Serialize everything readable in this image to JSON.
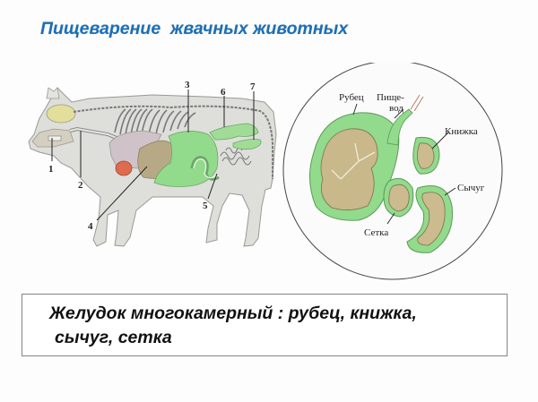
{
  "title": "Пищеварение  жвачных животных",
  "diagram": {
    "cow": {
      "numbers": [
        "1",
        "2",
        "3",
        "4",
        "5",
        "6",
        "7"
      ]
    },
    "stomach": {
      "labels": {
        "rumen": "Рубец",
        "esophagus_line1": "Пище-",
        "esophagus_line2": "вод",
        "omasum": "Книжка",
        "abomasum": "Сычуг",
        "reticulum": "Сетка"
      }
    },
    "colors": {
      "stomach_green": "#8fd88a",
      "stomach_inner": "#c9b98a",
      "body_gray": "#dcdcd6",
      "liver_brown": "#b5a683",
      "heart_red": "#e0684a",
      "lung_pink": "#cbbcc4"
    }
  },
  "caption": {
    "line1": "Желудок многокамерный : рубец, книжка,",
    "line2": "сычуг, сетка"
  }
}
